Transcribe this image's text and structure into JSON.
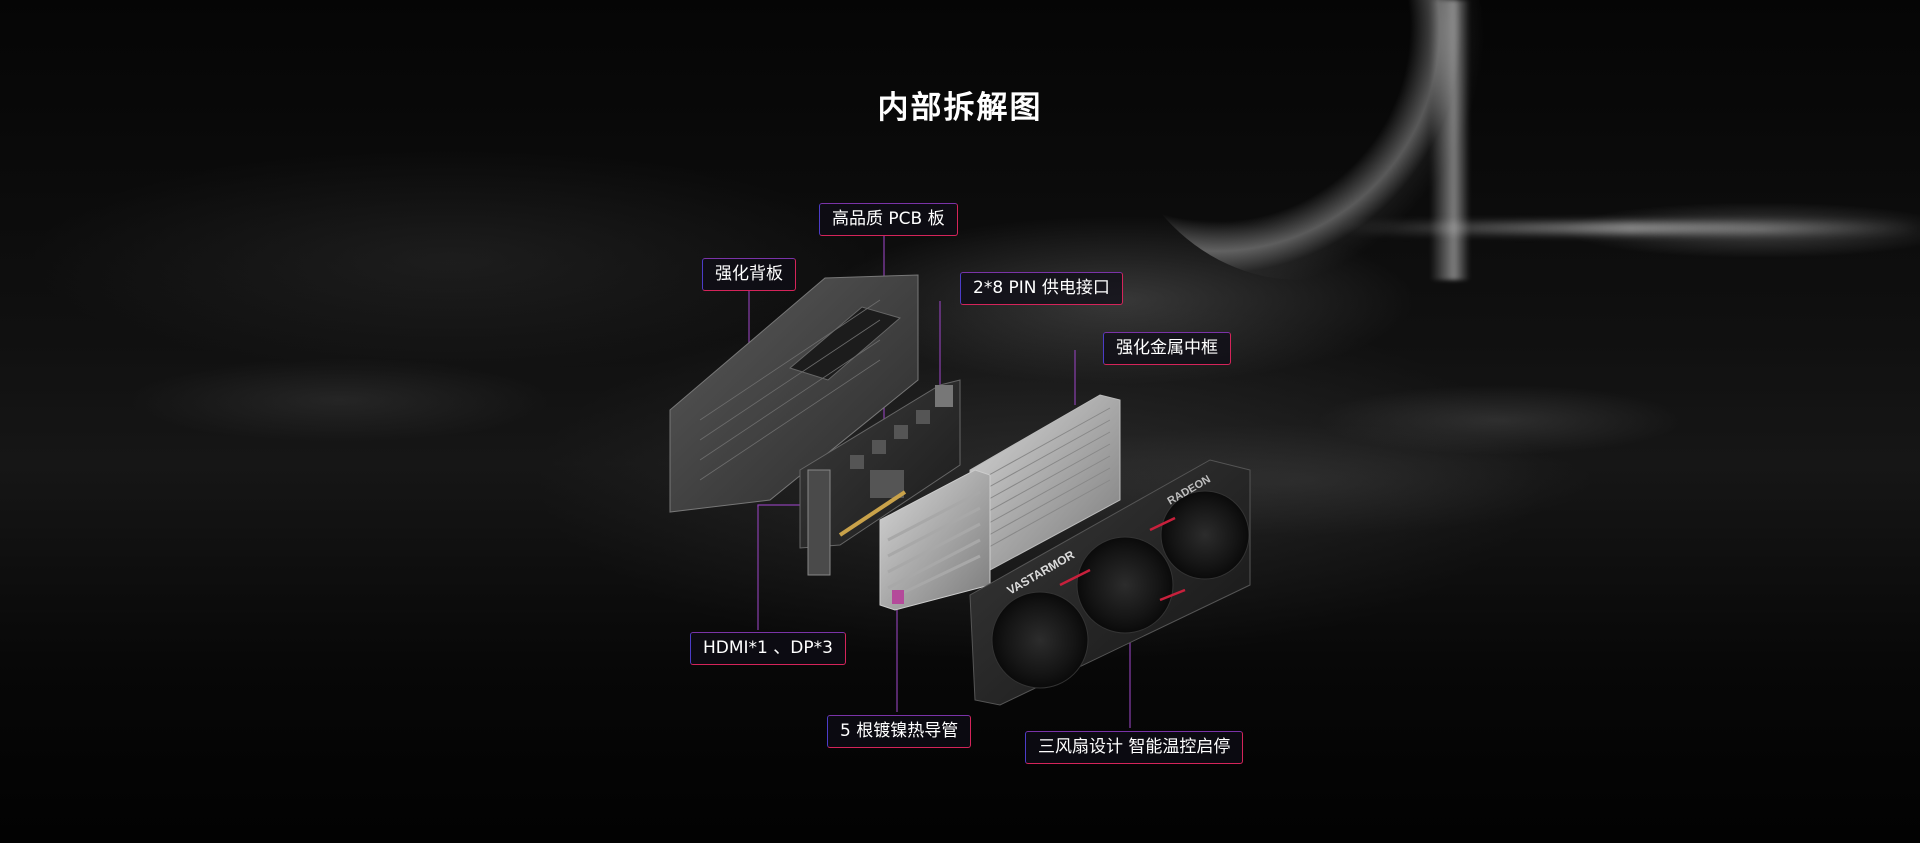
{
  "section": {
    "title": "内部拆解图"
  },
  "callouts": {
    "pcb": "高品质 PCB 板",
    "backplate": "强化背板",
    "power": "2*8 PIN 供电接口",
    "midframe": "强化金属中框",
    "ports": "HDMI*1 、DP*3",
    "heatpipes": "5 根镀镍热导管",
    "fans": "三风扇设计 智能温控启停"
  },
  "product": {
    "brand": "VASTARMOR",
    "series": "RADEON"
  },
  "colors": {
    "background": "#000000",
    "callout_border_left": "#4c3cc8",
    "callout_border_right": "#d4245a",
    "leader_line": "#8a3fae",
    "accent_red": "#c8203c"
  }
}
